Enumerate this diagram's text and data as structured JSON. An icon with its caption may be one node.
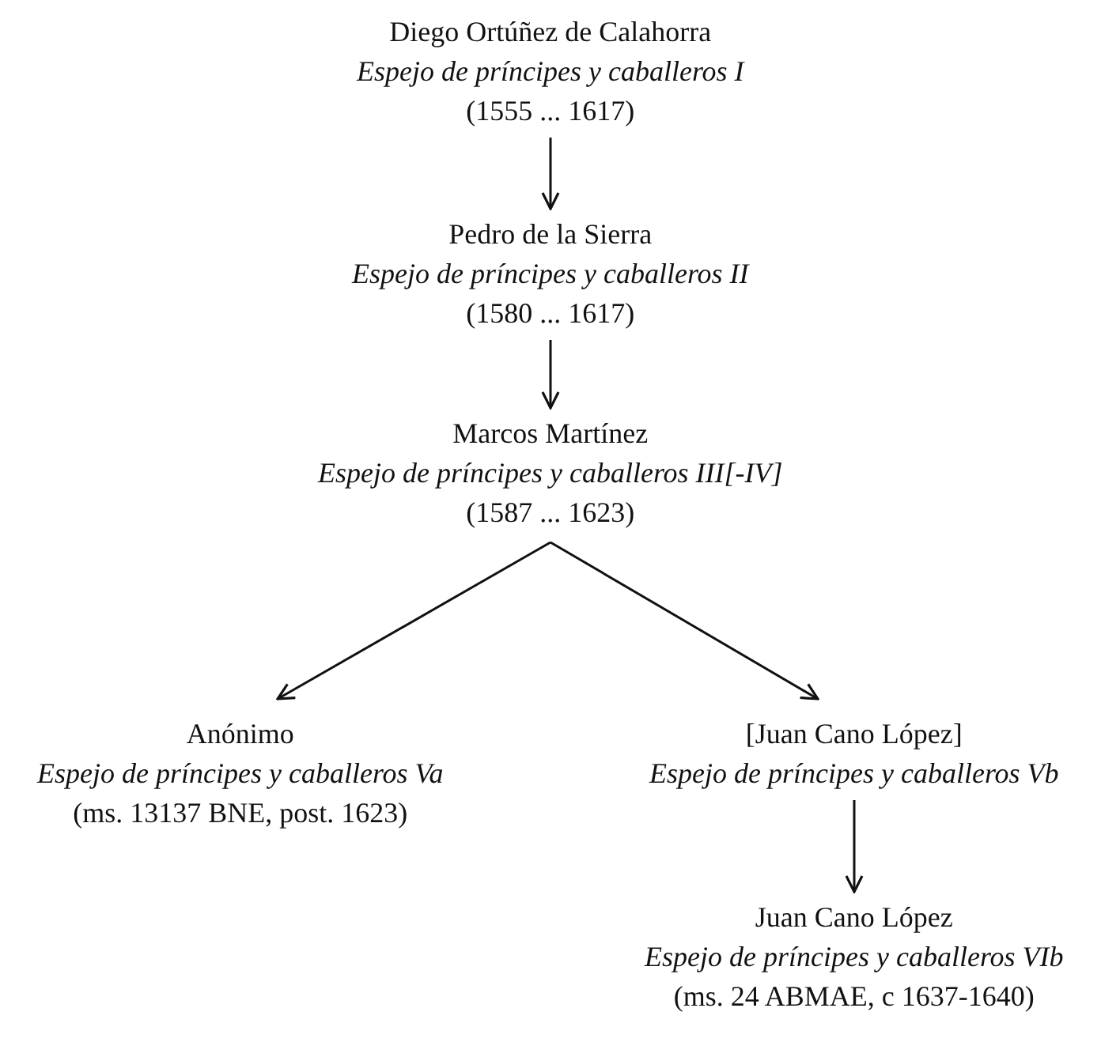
{
  "diagram": {
    "nodes": [
      {
        "text": [
          "Diego Ortúñez de Calahorra",
          "Espejo de príncipes y caballeros I",
          "(1555 ... 1617)"
        ]
      },
      {
        "text": [
          "Pedro de la Sierra",
          "Espejo de príncipes y caballeros II",
          "(1580 ... 1617)"
        ]
      },
      {
        "text": [
          "Marcos Martínez",
          "Espejo de príncipes y caballeros III[-IV]",
          "(1587 ... 1623)"
        ]
      },
      {
        "text": [
          "Anónimo",
          "Espejo de príncipes y caballeros Va",
          "(ms. 13137 BNE, post. 1623)"
        ]
      },
      {
        "text": [
          "[Juan Cano López]",
          "Espejo de príncipes y caballeros Vb"
        ]
      },
      {
        "text": [
          "Juan Cano López",
          "Espejo de príncipes y caballeros VIb",
          "(ms. 24 ABMAE, c 1637-1640)"
        ]
      }
    ],
    "edges": [
      {
        "from": 0,
        "to": 1,
        "arrow": "to"
      },
      {
        "from": 1,
        "to": 2,
        "arrow": "to"
      },
      {
        "from": 2,
        "to": 3,
        "arrow": "to"
      },
      {
        "from": 2,
        "to": 4,
        "arrow": "to"
      },
      {
        "from": 4,
        "to": 5,
        "arrow": "to"
      }
    ]
  }
}
